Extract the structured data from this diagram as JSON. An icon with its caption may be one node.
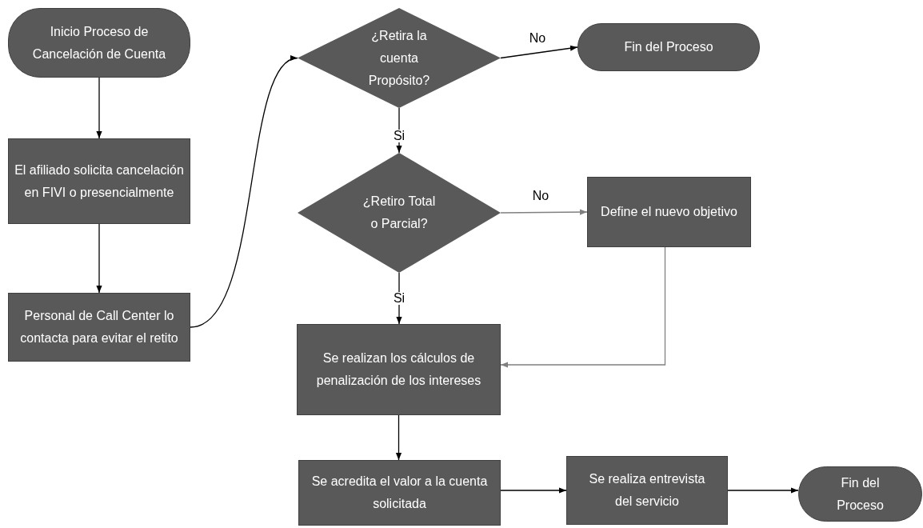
{
  "diagram": {
    "nodes": [
      {
        "text": [
          "Inicio Proceso de Cancelación de Cuenta"
        ]
      },
      {
        "text": [
          "El afiliado solicita cancelación en FIVI o presencialmente"
        ]
      },
      {
        "text": [
          "Personal de Call Center lo contacta para evitar el retito"
        ]
      },
      {
        "text": [
          "¿Retira la cuenta Propósito?"
        ]
      },
      {
        "text": [
          "Fin del Proceso"
        ]
      },
      {
        "text": [
          "¿Retiro Total o Parcial?"
        ]
      },
      {
        "text": [
          "Define el nuevo objetivo"
        ]
      },
      {
        "text": [
          "Se realizan los cálculos de penalización de los intereses"
        ]
      },
      {
        "text": [
          "Se acredita el valor a la cuenta solicitada"
        ]
      },
      {
        "text": [
          "Se realiza entrevista del servicio"
        ]
      },
      {
        "text": [
          "Fin del Proceso"
        ]
      }
    ],
    "edges": [
      {
        "from": 0,
        "to": 1,
        "arrow": "to"
      },
      {
        "from": 1,
        "to": 2,
        "arrow": "to"
      },
      {
        "from": 2,
        "to": 3,
        "arrow": "to"
      },
      {
        "from": 3,
        "to": 4,
        "arrow": "to",
        "label": "No"
      },
      {
        "from": 3,
        "to": 5,
        "arrow": "to",
        "label": "Si"
      },
      {
        "from": 5,
        "to": 6,
        "arrow": "to",
        "label": "No",
        "color": "#808080"
      },
      {
        "from": 5,
        "to": 7,
        "arrow": "to",
        "label": "Si"
      },
      {
        "from": 6,
        "to": 7,
        "arrow": "to",
        "color": "#808080"
      },
      {
        "from": 7,
        "to": 8,
        "arrow": "to"
      },
      {
        "from": 8,
        "to": 9,
        "arrow": "to"
      },
      {
        "from": 9,
        "to": 10,
        "arrow": "to"
      }
    ]
  }
}
